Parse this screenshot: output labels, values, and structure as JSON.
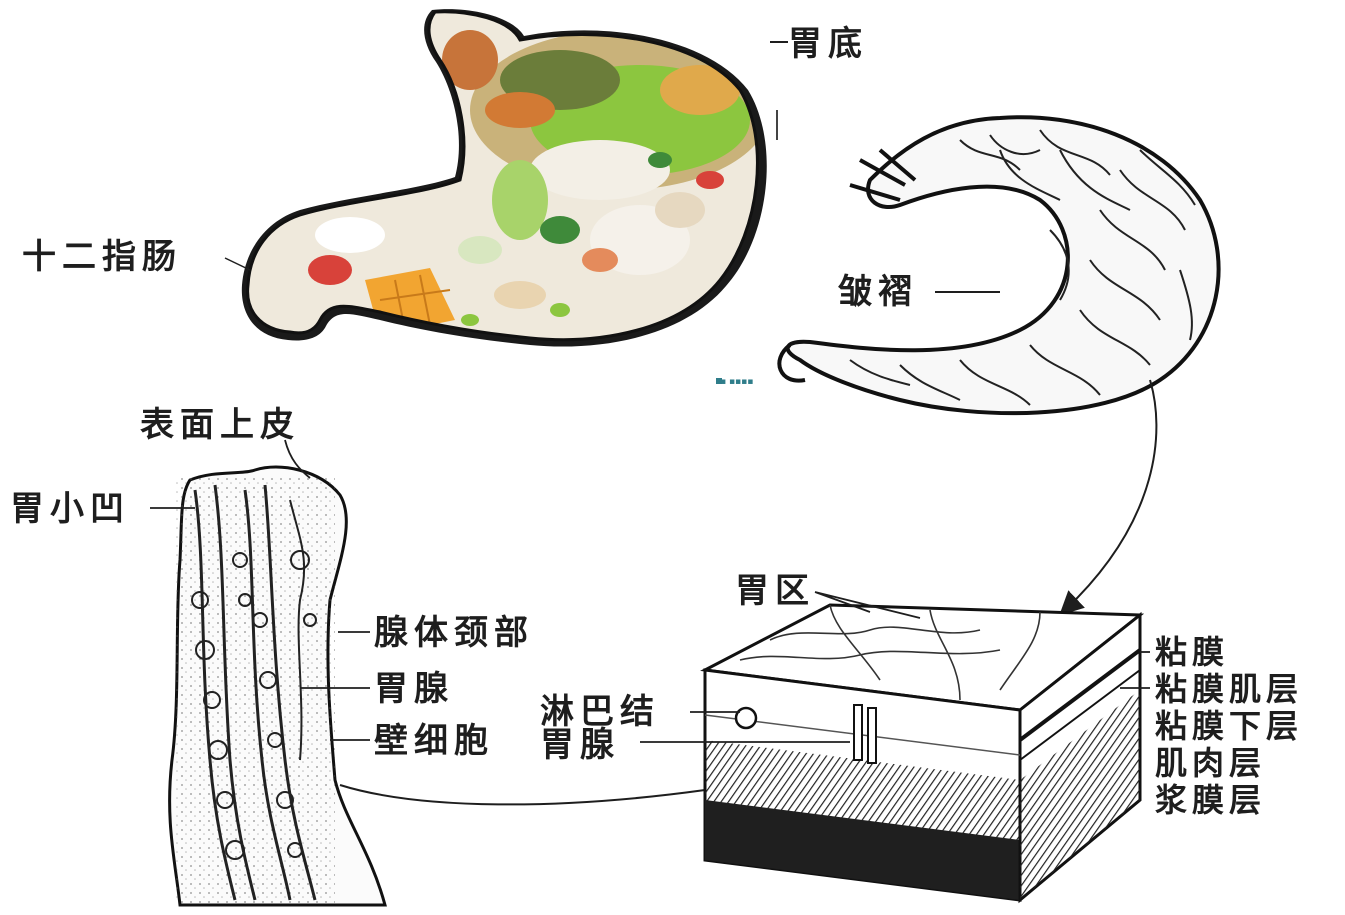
{
  "labels": {
    "fundus": "胃底",
    "duodenum": "十二指肠",
    "rugae": "皱褶",
    "surface_epithelium": "表面上皮",
    "gastric_pit": "胃小凹",
    "gland_neck": "腺体颈部",
    "gastric_gland_left": "胃腺",
    "parietal_cell": "壁细胞",
    "gastric_area": "胃区",
    "lymph_node": "淋巴结",
    "gastric_gland_right": "胃腺",
    "mucosa": "粘膜",
    "muscularis_mucosae": "粘膜肌层",
    "submucosa": "粘膜下层",
    "muscular_layer": "肌肉层",
    "serosa": "浆膜层"
  },
  "watermark": "▪ ▪▪▪▪",
  "colors": {
    "ink": "#1e1e1e",
    "food_green": "#8cc63f",
    "food_orange": "#f2a531",
    "food_red": "#d8423a",
    "plate": "#f3efe6"
  }
}
